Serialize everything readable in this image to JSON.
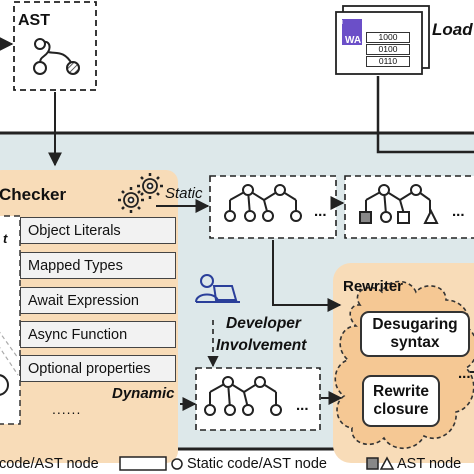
{
  "ast_box": {
    "label": "AST"
  },
  "load": {
    "label": "Load",
    "wasm_badge": "WA",
    "binary_rows": [
      "1000",
      "0100",
      "0110"
    ]
  },
  "checker": {
    "title": "Checker",
    "side_letter": "t",
    "items": [
      "Object Literals",
      "Mapped Types",
      "Await Expression",
      "Async Function",
      "Optional properties"
    ],
    "more": "......"
  },
  "static_label": "Static",
  "dynamic_label": "Dynamic",
  "ellipsis": "...",
  "developer": {
    "line1": "Developer",
    "line2": "Involvement"
  },
  "rewriter": {
    "title": "Rewriter",
    "desugar_line1": "Desugaring",
    "desugar_line2": "syntax",
    "rewrite_line1": "Rewrite",
    "rewrite_line2": "closure"
  },
  "legend": {
    "item1": "code/AST node",
    "item2": "Static code/AST node",
    "item3": "AST node"
  },
  "colors": {
    "panel_bg": "#dde8ea",
    "checker_bg": "#f8dcb8",
    "rewriter_bg": "#f8dcb8",
    "cloud_bg": "#f5c894",
    "wasm_purple": "#6b4fc8",
    "outline": "#222222"
  }
}
